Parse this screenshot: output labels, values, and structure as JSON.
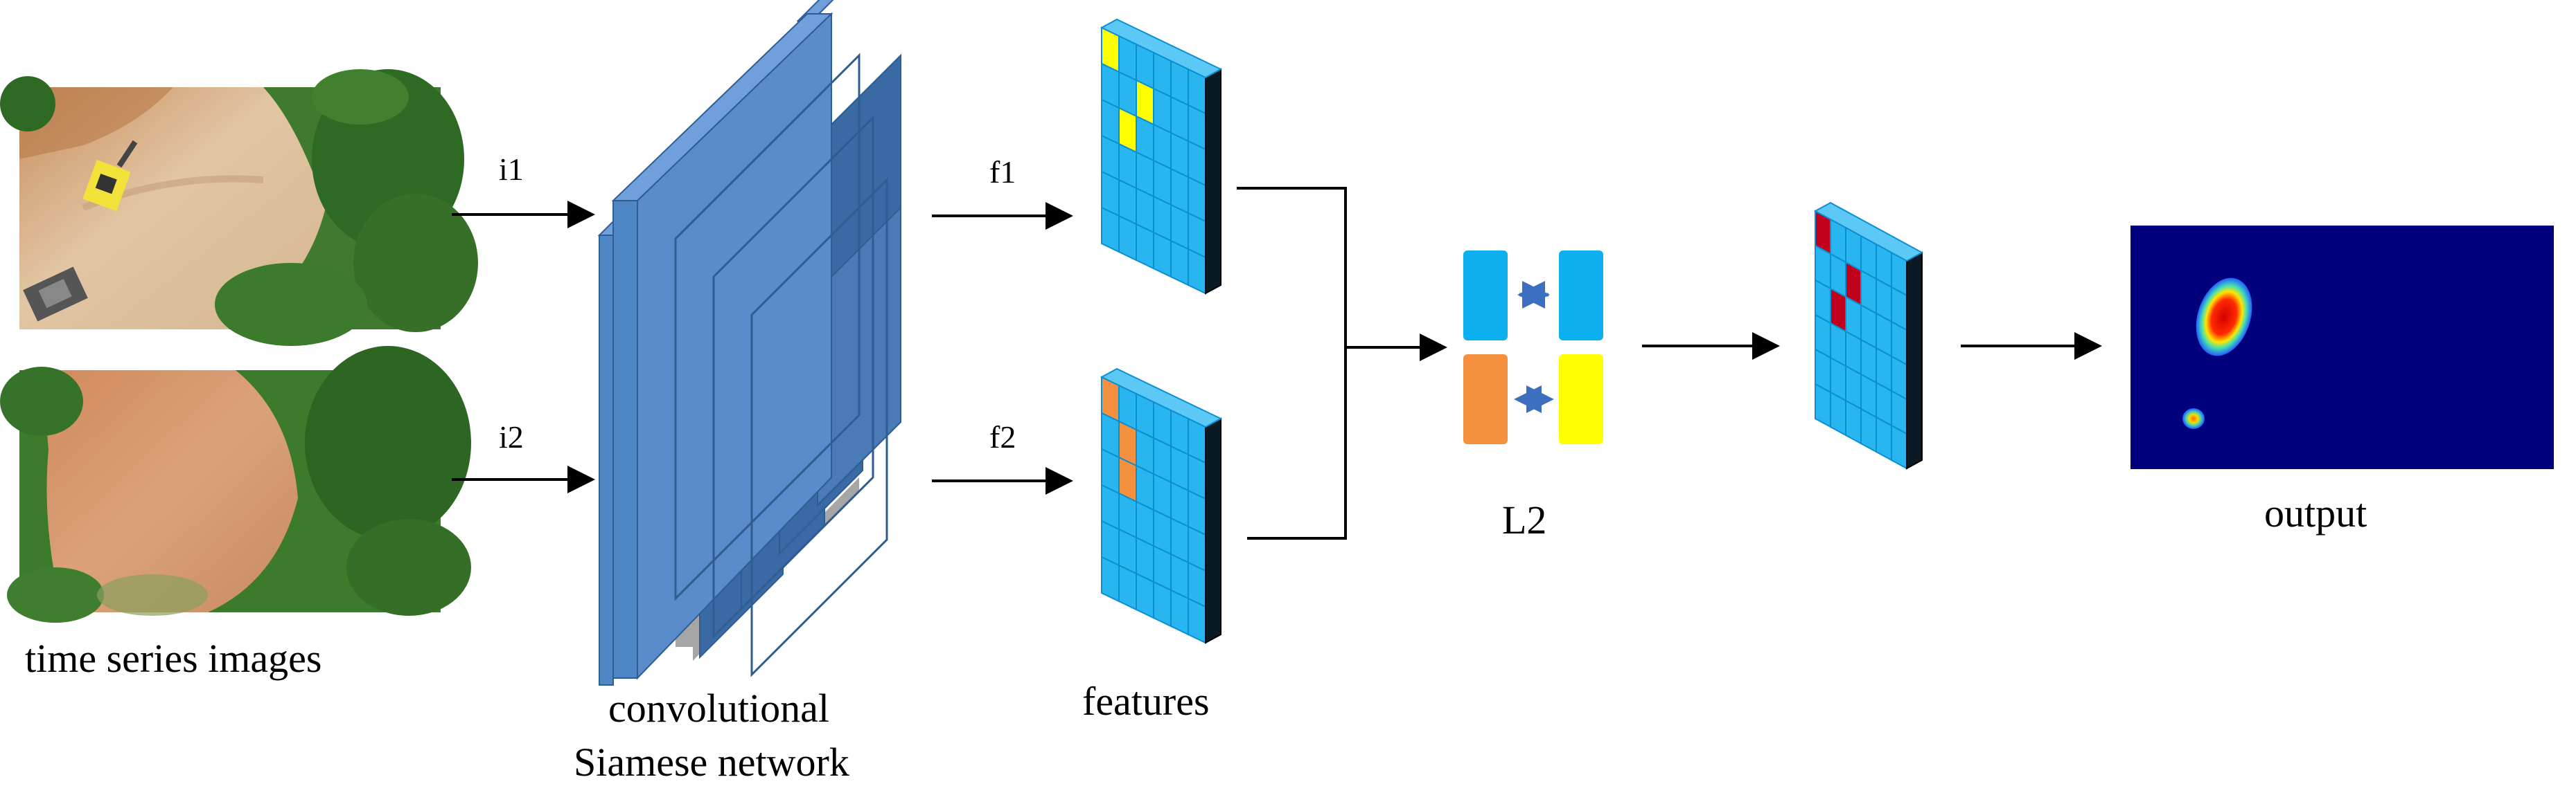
{
  "diagram": {
    "arrow_labels": {
      "i1": "i1",
      "i2": "i2",
      "f1": "f1",
      "f2": "f2"
    },
    "captions": {
      "images": "time series images",
      "network_line1": "convolutional",
      "network_line2": "Siamese network",
      "features": "features",
      "distance": "L2",
      "output": "output"
    },
    "colors": {
      "feature_cell": "#29b6f0",
      "feature_grid": "#0a8fd0",
      "feature_side": "#0a1a24",
      "layer_front": "#4f86c6",
      "layer_top": "#6fa0dc",
      "layer_side": "#3a6aa4",
      "highlight_yellow": "#ffff00",
      "highlight_orange": "#f5913e",
      "highlight_red": "#c0001c",
      "output_background": "#00007c"
    }
  }
}
